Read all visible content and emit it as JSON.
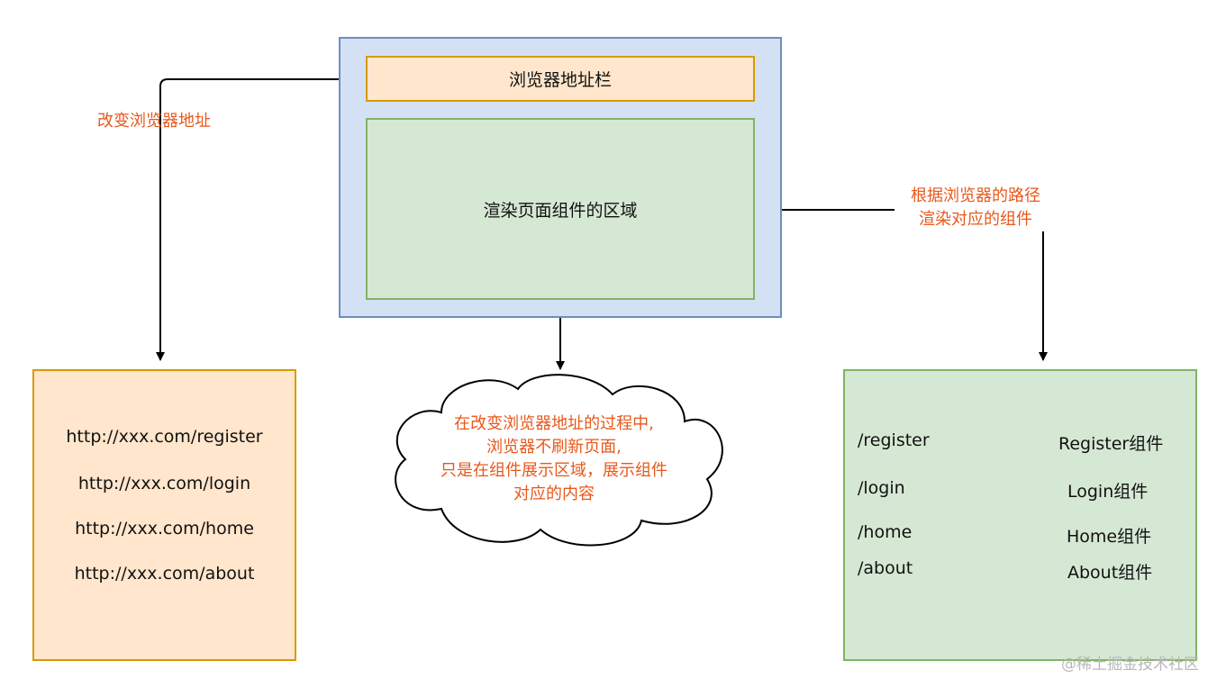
{
  "browser": {
    "address_bar": "浏览器地址栏",
    "render_area": "渲染页面组件的区域"
  },
  "annotations": {
    "change_address": "改变浏览器地址",
    "render_by_path": [
      "根据浏览器的路径",
      "渲染对应的组件"
    ]
  },
  "urls": [
    "http://xxx.com/register",
    "http://xxx.com/login",
    "http://xxx.com/home",
    "http://xxx.com/about"
  ],
  "routes": [
    {
      "path": "/register",
      "component": "Register组件"
    },
    {
      "path": "/login",
      "component": "Login组件"
    },
    {
      "path": "/home",
      "component": "Home组件"
    },
    {
      "path": "/about",
      "component": "About组件"
    }
  ],
  "cloud": {
    "lines": [
      "在改变浏览器地址的过程中,",
      "浏览器不刷新页面,",
      "只是在组件展示区域，展示组件",
      "对应的内容"
    ]
  },
  "watermark": "@稀土掘金技术社区",
  "colors": {
    "browser_fill": "#d4e1f5",
    "browser_border": "#6c8ebf",
    "orange_fill": "#ffe6cc",
    "orange_border": "#d79b00",
    "green_fill": "#d5e8d4",
    "green_border": "#82b366",
    "annotation_text": "#e8581b"
  }
}
